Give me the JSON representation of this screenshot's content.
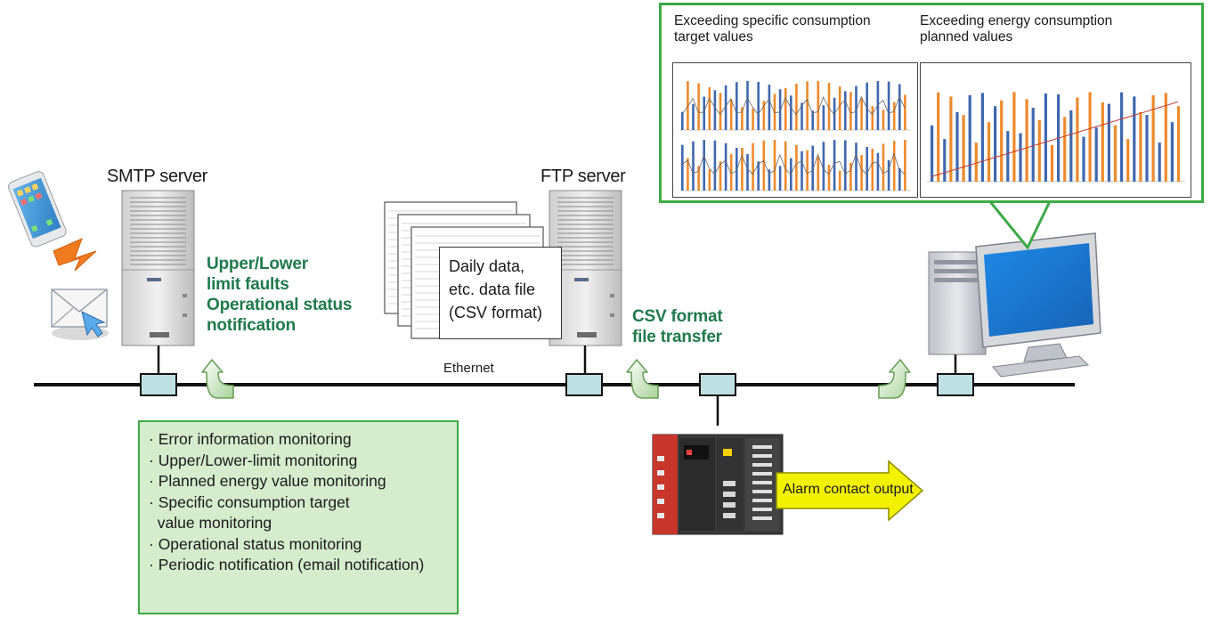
{
  "servers": {
    "smtp_label": "SMTP server",
    "ftp_label": "FTP server"
  },
  "network": {
    "ethernet_label": "Ethernet"
  },
  "notification": {
    "lines": [
      "Upper/Lower",
      "limit faults",
      "Operational status",
      "notification"
    ]
  },
  "transfer": {
    "lines": [
      "CSV format",
      "file transfer"
    ]
  },
  "data_file": {
    "lines": [
      "Daily data,",
      "etc. data file",
      "(CSV format)"
    ]
  },
  "monitoring": {
    "items": [
      "· Error information monitoring",
      "· Upper/Lower-limit monitoring",
      "· Planned energy value monitoring",
      "· Specific consumption target",
      "  value monitoring",
      "· Operational status monitoring",
      "· Periodic notification (email notification)"
    ]
  },
  "callout": {
    "left_title_lines": [
      "Exceeding specific consumption",
      "target values"
    ],
    "right_title_lines": [
      "Exceeding energy consumption",
      "planned values"
    ]
  },
  "alarm": {
    "label": "Alarm contact output"
  },
  "colors": {
    "accent_green": "#3daa45",
    "text_green": "#1f7a4d",
    "box_fill": "#d5eccd",
    "arrow_yellow": "#f2f200",
    "chart_blue": "#3f68b0",
    "chart_orange": "#ee8a2c"
  },
  "icons": [
    "smartphone-icon",
    "lightning-icon",
    "envelope-icon",
    "cursor-icon",
    "server-icon",
    "pc-icon",
    "controller-icon"
  ]
}
